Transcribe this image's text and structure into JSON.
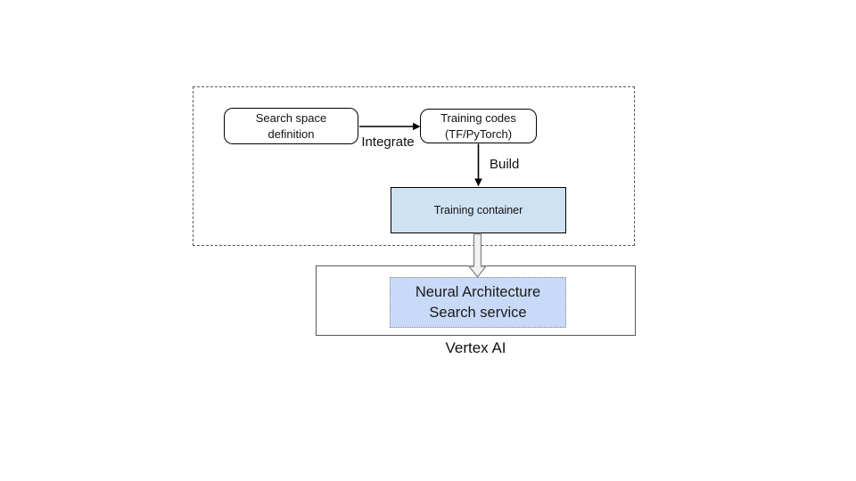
{
  "diagram": {
    "nodes": {
      "search_space": {
        "line1": "Search space",
        "line2": "definition"
      },
      "training_codes": {
        "line1": "Training codes",
        "line2": "(TF/PyTorch)"
      },
      "training_container": {
        "label": "Training container",
        "fill": "#cfe2f3"
      },
      "nas_service": {
        "line1": "Neural Architecture",
        "line2": "Search service",
        "fill": "#c9daf8"
      }
    },
    "edge_labels": {
      "integrate": "Integrate",
      "build": "Build"
    },
    "platform_label": "Vertex AI",
    "colors": {
      "canvas_bg": "#ffffff",
      "node_border": "#000000",
      "group_dashed_border": "#595959",
      "platform_border": "#595959",
      "black_arrow": "#000000",
      "block_arrow_fill": "#f2f2f2",
      "block_arrow_outline": "#8c8c8c",
      "text": "#000000"
    }
  }
}
